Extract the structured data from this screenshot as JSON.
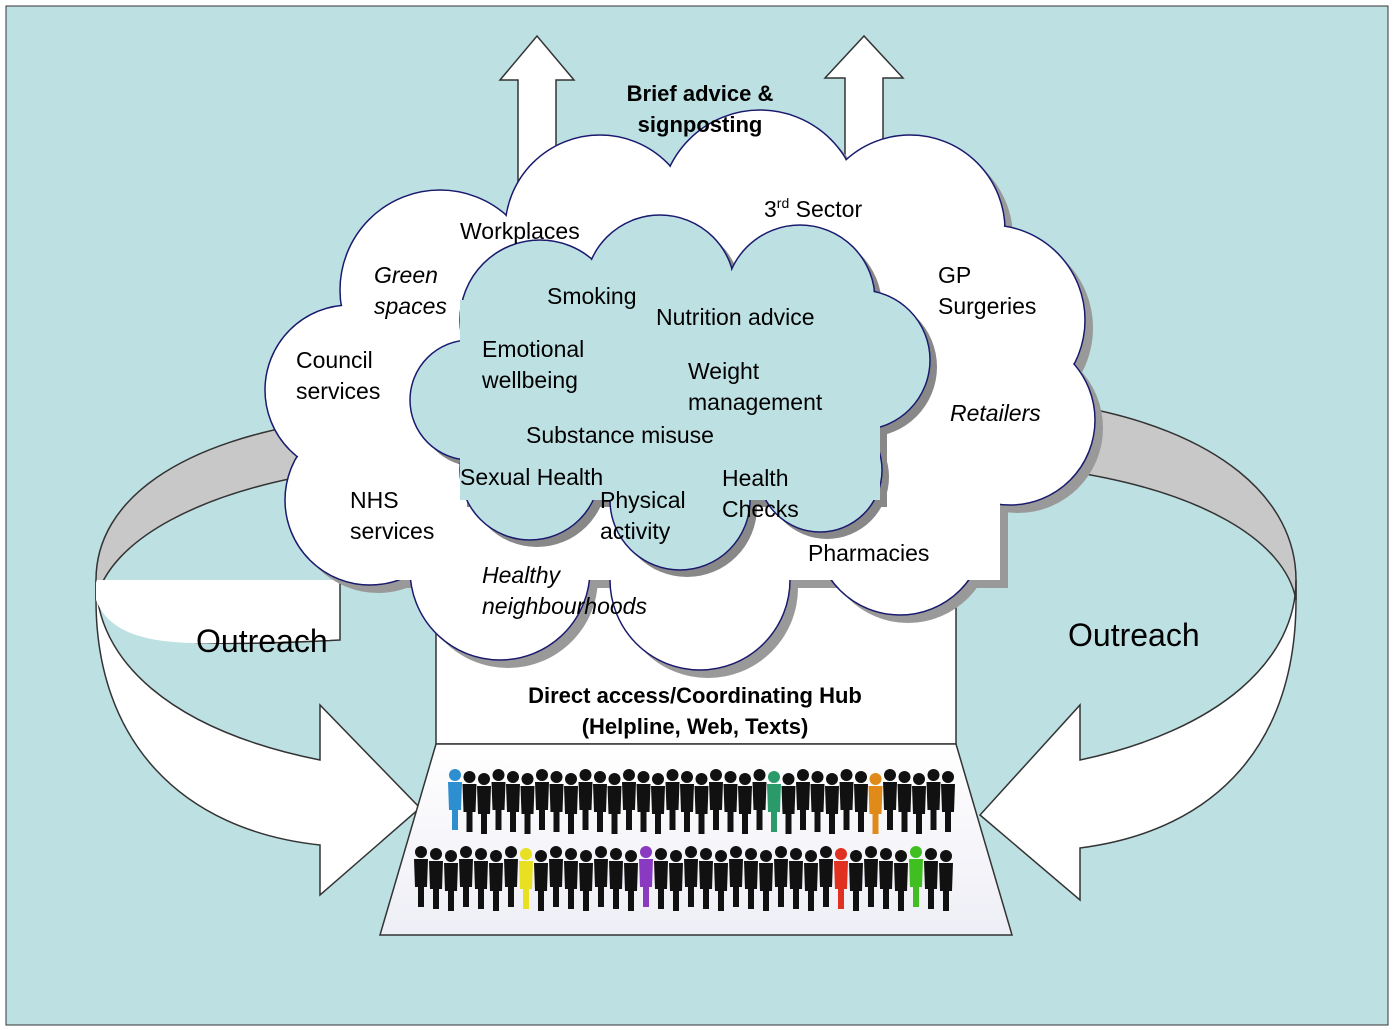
{
  "diagram": {
    "top_label": "Brief advice &\nsignposting",
    "hub_label": "Direct access/Coordinating Hub\n(Helpline, Web, Texts)",
    "outreach_left": "Outreach",
    "outreach_right": "Outreach",
    "outer_cloud": {
      "workplaces": "Workplaces",
      "third_sector_prefix": "3",
      "third_sector_sup": "rd",
      "third_sector_suffix": " Sector",
      "green_spaces": "Green\nspaces",
      "gp_surgeries": "GP\nSurgeries",
      "council_services": "Council\nservices",
      "retailers": "Retailers",
      "nhs_services": "NHS\nservices",
      "pharmacies": "Pharmacies",
      "healthy_neighbourhoods": "Healthy\nneighbourhoods"
    },
    "inner_cloud": {
      "smoking": "Smoking",
      "nutrition_advice": "Nutrition advice",
      "emotional_wellbeing": "Emotional\nwellbeing",
      "weight_management": "Weight\nmanagement",
      "substance_misuse": "Substance misuse",
      "sexual_health": "Sexual Health",
      "physical_activity": "Physical\nactivity",
      "health_checks": "Health\nChecks"
    },
    "colors": {
      "background": "#bde0e3",
      "inner_cloud": "#bde0e3",
      "outline": "#1a1a6e",
      "shadow": "#999999",
      "arc_back": "#c8c8c8",
      "person_black": "#111111",
      "person_blue": "#2e8fd0",
      "person_green": "#2a9a6a",
      "person_orange": "#e08a1a",
      "person_yellow": "#e8e020",
      "person_purple": "#8a3ac0",
      "person_red": "#e03020",
      "person_lime": "#40c020"
    }
  }
}
